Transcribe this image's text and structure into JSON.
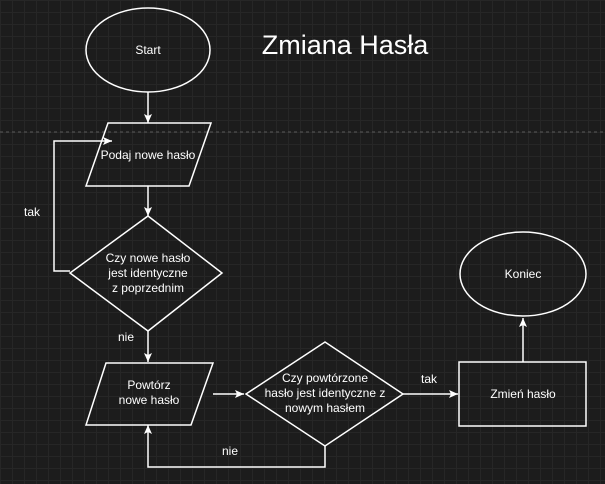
{
  "title": "Zmiana Hasła",
  "colors": {
    "background": "#1c1c1c",
    "stroke": "#ffffff",
    "text": "#ffffff",
    "grid": "#262626"
  },
  "nodes": {
    "start": {
      "shape": "ellipse",
      "lines": [
        "Start"
      ]
    },
    "podaj": {
      "shape": "parallelogram",
      "lines": [
        "Podaj nowe hasło"
      ]
    },
    "czy_nowe": {
      "shape": "diamond",
      "lines": [
        "Czy nowe hasło",
        "jest identyczne",
        "z poprzednim"
      ]
    },
    "powtorz": {
      "shape": "parallelogram",
      "lines": [
        "Powtórz",
        "nowe hasło"
      ]
    },
    "czy_powtorzone": {
      "shape": "diamond",
      "lines": [
        "Czy powtórzone",
        "hasło jest identyczne z",
        "nowym hasłem"
      ]
    },
    "zmien": {
      "shape": "rectangle",
      "lines": [
        "Zmień hasło"
      ]
    },
    "koniec": {
      "shape": "ellipse",
      "lines": [
        "Koniec"
      ]
    }
  },
  "edge_labels": {
    "tak_loop": "tak",
    "nie_down": "nie",
    "tak_right": "tak",
    "nie_back": "nie"
  }
}
